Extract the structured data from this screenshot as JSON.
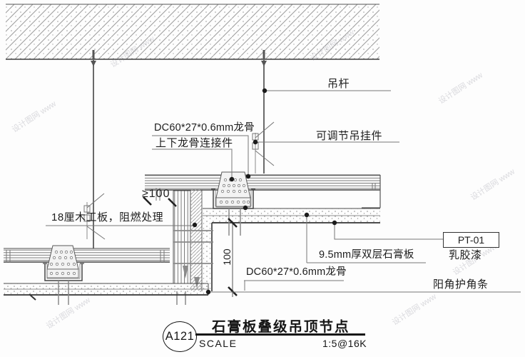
{
  "annotations": {
    "hanger_rod": "吊杆",
    "adjustable_hanger": "可调节吊挂件",
    "furring_upper": "DC60*27*0.6mm龙骨",
    "connector": "上下龙骨连接件",
    "wood_board": "18厘木工板，阻燃处理",
    "gypsum_board": "9.5mm厚双层石膏板",
    "paint_code": "PT-01",
    "paint": "乳胶漆",
    "corner_bead": "阳角护角条",
    "furring_lower": "DC60*27*0.6mm龙骨"
  },
  "dimensions": {
    "offset_min": "≥100",
    "step_height": "100"
  },
  "title_block": {
    "detail_no": "A121",
    "title": "石膏板叠级吊顶节点",
    "scale_label": "SCALE",
    "scale_value": "1:5@16K"
  },
  "watermark": {
    "text": "设计图网 www"
  },
  "colors": {
    "line_main": "#4a4a4a",
    "line_leader": "#777777",
    "text": "#1e1e1e",
    "hatch": "#9b9b9b"
  }
}
